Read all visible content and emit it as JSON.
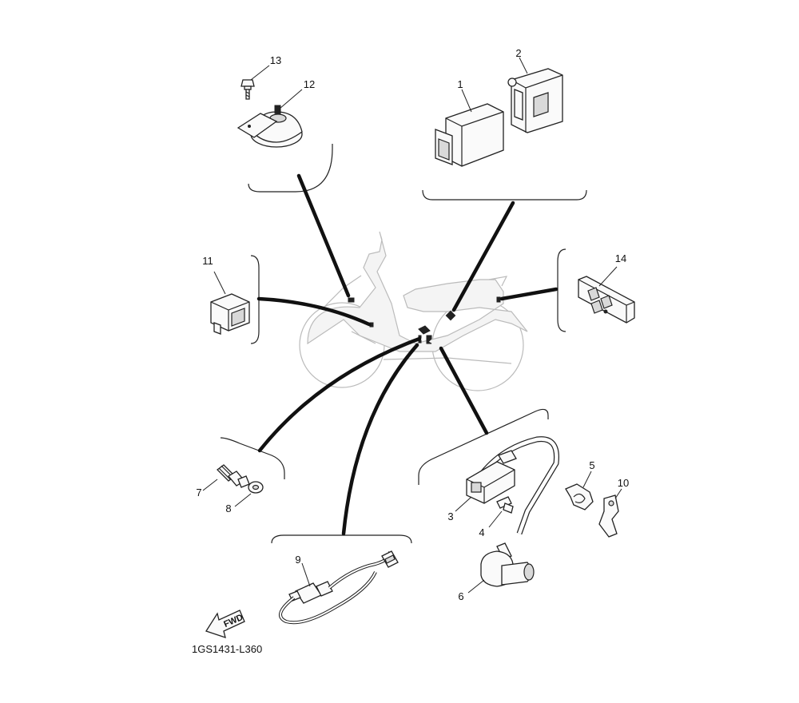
{
  "diagram": {
    "part_numbers": [
      "1",
      "2",
      "3",
      "4",
      "5",
      "6",
      "7",
      "8",
      "9",
      "10",
      "11",
      "12",
      "13",
      "14"
    ],
    "fwd_label": "FWD",
    "drawing_code": "1GS1431-L360"
  }
}
